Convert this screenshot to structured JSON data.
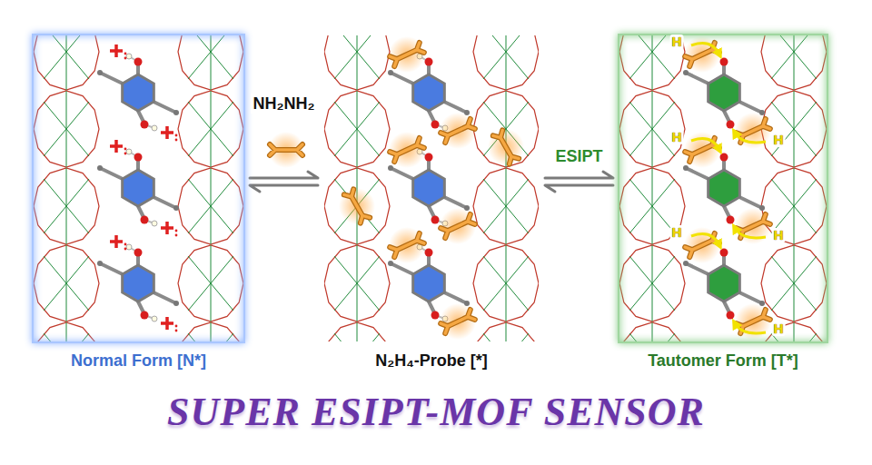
{
  "diagram": {
    "title": "SUPER ESIPT-MOF SENSOR",
    "nodes": [
      {
        "text": [
          "Normal Form [N*]"
        ]
      },
      {
        "text": [
          "N₂H₄-Probe [*]"
        ]
      },
      {
        "text": [
          "Tautomer Form [T*]"
        ]
      }
    ],
    "edges": [
      {
        "from": 0,
        "to": 1,
        "label": "NH₂NH₂",
        "arrow": "both"
      },
      {
        "from": 1,
        "to": 2,
        "label": "ESIPT",
        "arrow": "both"
      }
    ],
    "labels": [
      "H",
      "H",
      "H",
      "H",
      "H",
      "H"
    ]
  }
}
